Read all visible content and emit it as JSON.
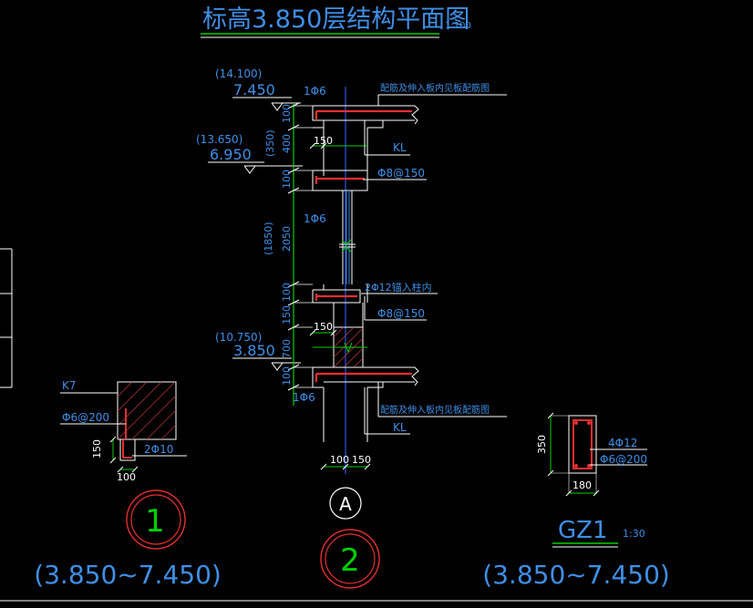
{
  "title": "标高3.850层结构平面图",
  "title_scale": "1:100",
  "elevations": {
    "top": {
      "paren": "(14.100)",
      "value": "7.450"
    },
    "mid": {
      "paren": "(13.650)",
      "value": "6.950"
    },
    "low": {
      "paren": "(10.750)",
      "value": "3.850"
    }
  },
  "dims_vertical": {
    "d1": "100",
    "d2": "400",
    "d2p": "(350)",
    "d3": "100",
    "d4": "2050",
    "d4p": "(1850)",
    "d5": "100",
    "d6": "150",
    "d7": "700",
    "d8": "100"
  },
  "section_labels": {
    "phi6_top": "1Φ6",
    "rebar_note_top": "配筋及伸入板内见板配筋图",
    "dim150_a": "150",
    "kl_a": "KL",
    "stirrup_a": "Φ8@150",
    "phi6_mid": "1Φ6",
    "bar_anchor": "2Φ12锚入柱内",
    "stirrup_b": "Φ8@150",
    "dim150_b": "150",
    "phi6_bot": "1Φ6",
    "rebar_note_bot": "配筋及伸入板内见板配筋图",
    "kl_b": "KL",
    "bottom_dim_1": "100",
    "bottom_dim_2": "150",
    "axis": "A"
  },
  "detail1": {
    "k_label": "K7",
    "stirrup": "Φ6@200",
    "bars": "2Φ10",
    "dim_h": "150",
    "dim_w": "100",
    "number": "1",
    "range": "(3.850~7.450)"
  },
  "detail2": {
    "number": "2"
  },
  "gz1": {
    "dim_h": "350",
    "bars": "4Φ12",
    "stirrup": "Φ6@200",
    "dim_w": "180",
    "name": "GZ1",
    "scale": "1:30",
    "range": "(3.850~7.450)"
  },
  "colors": {
    "bg": "#000000",
    "text": "#3f8fe6",
    "line": "#ffffff",
    "dim": "#00d000",
    "axis": "#2a4fd6",
    "rebar": "#e63030",
    "circle": "#e63030",
    "circle_num": "#00d000",
    "hatch": "#b03030"
  }
}
